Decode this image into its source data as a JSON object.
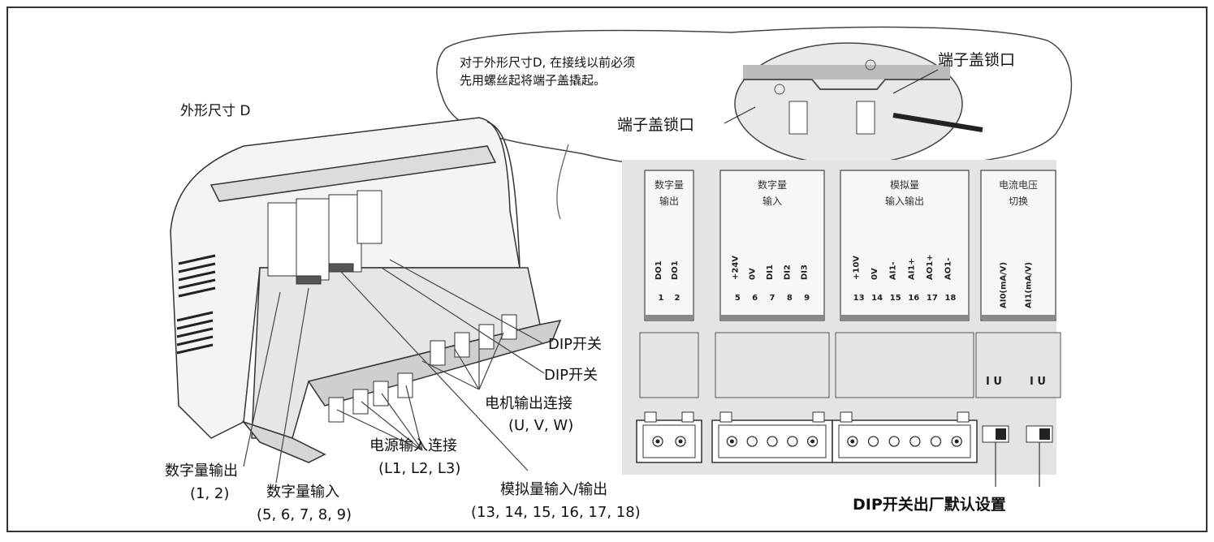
{
  "callout": {
    "note_line1": "对于外形尺寸D, 在接线以前必须",
    "note_line2": "先用螺丝起将端子盖撬起。",
    "cover_lock_right": "端子盖锁口",
    "cover_lock_left": "端子盖锁口"
  },
  "drive": {
    "frame_label": "外形尺寸 D"
  },
  "labels": {
    "dip_switch_1": "DIP开关",
    "dip_switch_2": "DIP开关",
    "motor_output_title": "电机输出连接",
    "motor_output_terms": "(U, V, W)",
    "power_input_title": "电源输入连接",
    "power_input_terms": "(L1, L2, L3)",
    "analog_io_title": "模拟量输入/输出",
    "analog_io_terms": "(13, 14, 15, 16, 17, 18)",
    "digital_output_title": "数字量输出",
    "digital_output_terms": "(1, 2)",
    "digital_input_title": "数字量输入",
    "digital_input_terms": "(5, 6, 7, 8, 9)",
    "dip_default": "DIP开关出厂默认设置"
  },
  "panel": {
    "blocks": [
      {
        "title1": "数字量",
        "title2": "输出",
        "pins": [
          "DO1",
          "DO1"
        ],
        "nums": [
          "1",
          "2"
        ]
      },
      {
        "title1": "数字量",
        "title2": "输入",
        "pins": [
          "+24V",
          "0V",
          "DI1",
          "DI2",
          "DI3"
        ],
        "nums": [
          "5",
          "6",
          "7",
          "8",
          "9"
        ]
      },
      {
        "title1": "模拟量",
        "title2": "输入输出",
        "pins": [
          "+10V",
          "0V",
          "AI1-",
          "AI1+",
          "AO1+",
          "AO1-"
        ],
        "nums": [
          "13",
          "14",
          "15",
          "16",
          "17",
          "18"
        ]
      },
      {
        "title1": "电流电压",
        "title2": "切换",
        "pins": [
          "AI0(mA/V)",
          "AI1(mA/V)"
        ],
        "nums": []
      }
    ],
    "switch_iu_1": "I U",
    "switch_iu_2": "I U"
  }
}
